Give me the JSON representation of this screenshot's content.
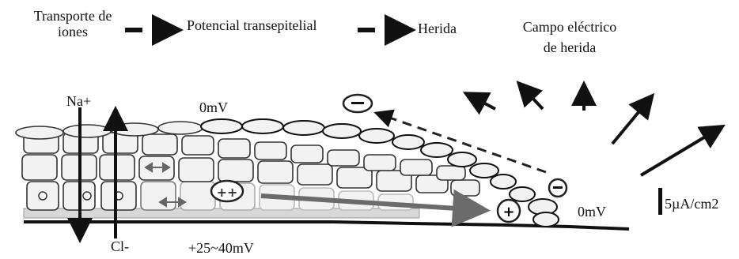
{
  "flow": {
    "step1_line1": "Transporte de",
    "step1_line2": "iones",
    "step2": "Potencial transepitelial",
    "step3": "Herida"
  },
  "field": {
    "line1": "Campo eléctrico",
    "line2": "de herida"
  },
  "labels": {
    "na": "Na+",
    "cl": "Cl-",
    "top_potential": "0mV",
    "wound_potential": "0mV",
    "basal_potential": "+25~40mV",
    "scale": "5µA/cm2"
  },
  "colors": {
    "ink": "#111111",
    "cell_fill": "#f2f2f2",
    "arrow_grey": "#6b6b6b"
  }
}
